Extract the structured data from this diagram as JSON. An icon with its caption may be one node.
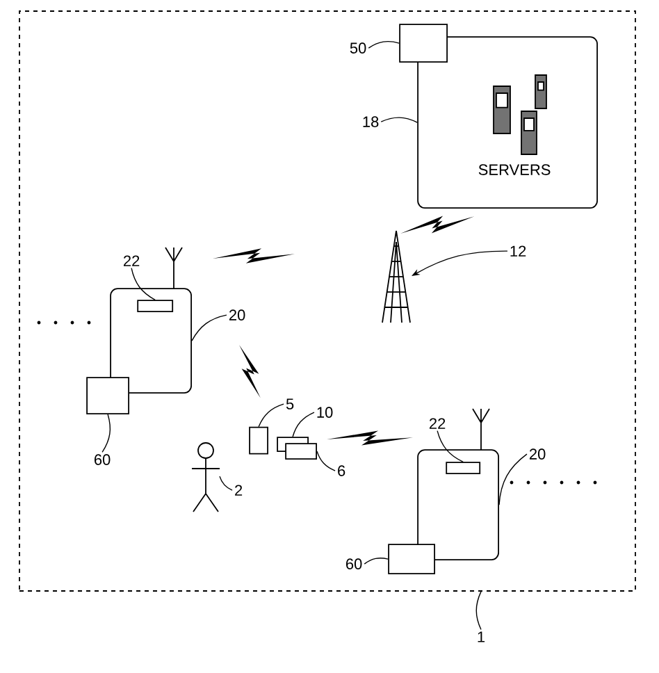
{
  "diagram": {
    "nodes": [
      {
        "text": [],
        "shape": "box"
      },
      {
        "text": [
          "SERVERS"
        ],
        "in": 0
      },
      {
        "text": [],
        "shape": "box",
        "in": 0
      },
      {
        "text": [
          "50"
        ],
        "in": 0
      },
      {
        "text": [
          "18"
        ],
        "in": 0
      },
      {
        "text": [],
        "shape": "tower",
        "in": 0
      },
      {
        "text": [
          "12"
        ],
        "in": 0
      },
      {
        "text": [],
        "shape": "box",
        "in": 0
      },
      {
        "text": [],
        "shape": "box",
        "in": 7
      },
      {
        "text": [
          "22"
        ],
        "in": 0
      },
      {
        "text": [
          "20"
        ],
        "in": 0
      },
      {
        "text": [],
        "shape": "box",
        "in": 0
      },
      {
        "text": [
          "60"
        ],
        "in": 0
      },
      {
        "text": [],
        "shape": "cylinder",
        "in": 0
      },
      {
        "text": [
          "5"
        ],
        "in": 0
      },
      {
        "text": [],
        "shape": "box",
        "in": 0
      },
      {
        "text": [
          "10"
        ],
        "in": 0
      },
      {
        "text": [],
        "shape": "box",
        "in": 0
      },
      {
        "text": [
          "6"
        ],
        "in": 0
      },
      {
        "text": [],
        "shape": "person",
        "in": 0
      },
      {
        "text": [
          "2"
        ],
        "in": 0
      },
      {
        "text": [],
        "shape": "box",
        "in": 0
      },
      {
        "text": [],
        "shape": "box",
        "in": 21
      },
      {
        "text": [
          "22"
        ],
        "in": 0
      },
      {
        "text": [
          "20"
        ],
        "in": 0
      },
      {
        "text": [],
        "shape": "box",
        "in": 0
      },
      {
        "text": [
          "60"
        ],
        "in": 0
      },
      {
        "text": [
          "1"
        ]
      }
    ],
    "edges": [
      {
        "from": 3,
        "to": 2,
        "arrow": "none"
      },
      {
        "from": 4,
        "to": 1,
        "arrow": "none"
      },
      {
        "from": 6,
        "to": 5,
        "arrow": "to"
      },
      {
        "from": 9,
        "to": 8,
        "arrow": "none"
      },
      {
        "from": 10,
        "to": 7,
        "arrow": "none"
      },
      {
        "from": 12,
        "to": 11,
        "arrow": "none"
      },
      {
        "from": 14,
        "to": 13,
        "arrow": "none"
      },
      {
        "from": 16,
        "to": 15,
        "arrow": "none"
      },
      {
        "from": 18,
        "to": 17,
        "arrow": "none"
      },
      {
        "from": 20,
        "to": 19,
        "arrow": "none"
      },
      {
        "from": 23,
        "to": 22,
        "arrow": "none"
      },
      {
        "from": 24,
        "to": 21,
        "arrow": "none"
      },
      {
        "from": 26,
        "to": 25,
        "arrow": "none"
      },
      {
        "from": 27,
        "to": 0,
        "arrow": "none"
      }
    ]
  }
}
